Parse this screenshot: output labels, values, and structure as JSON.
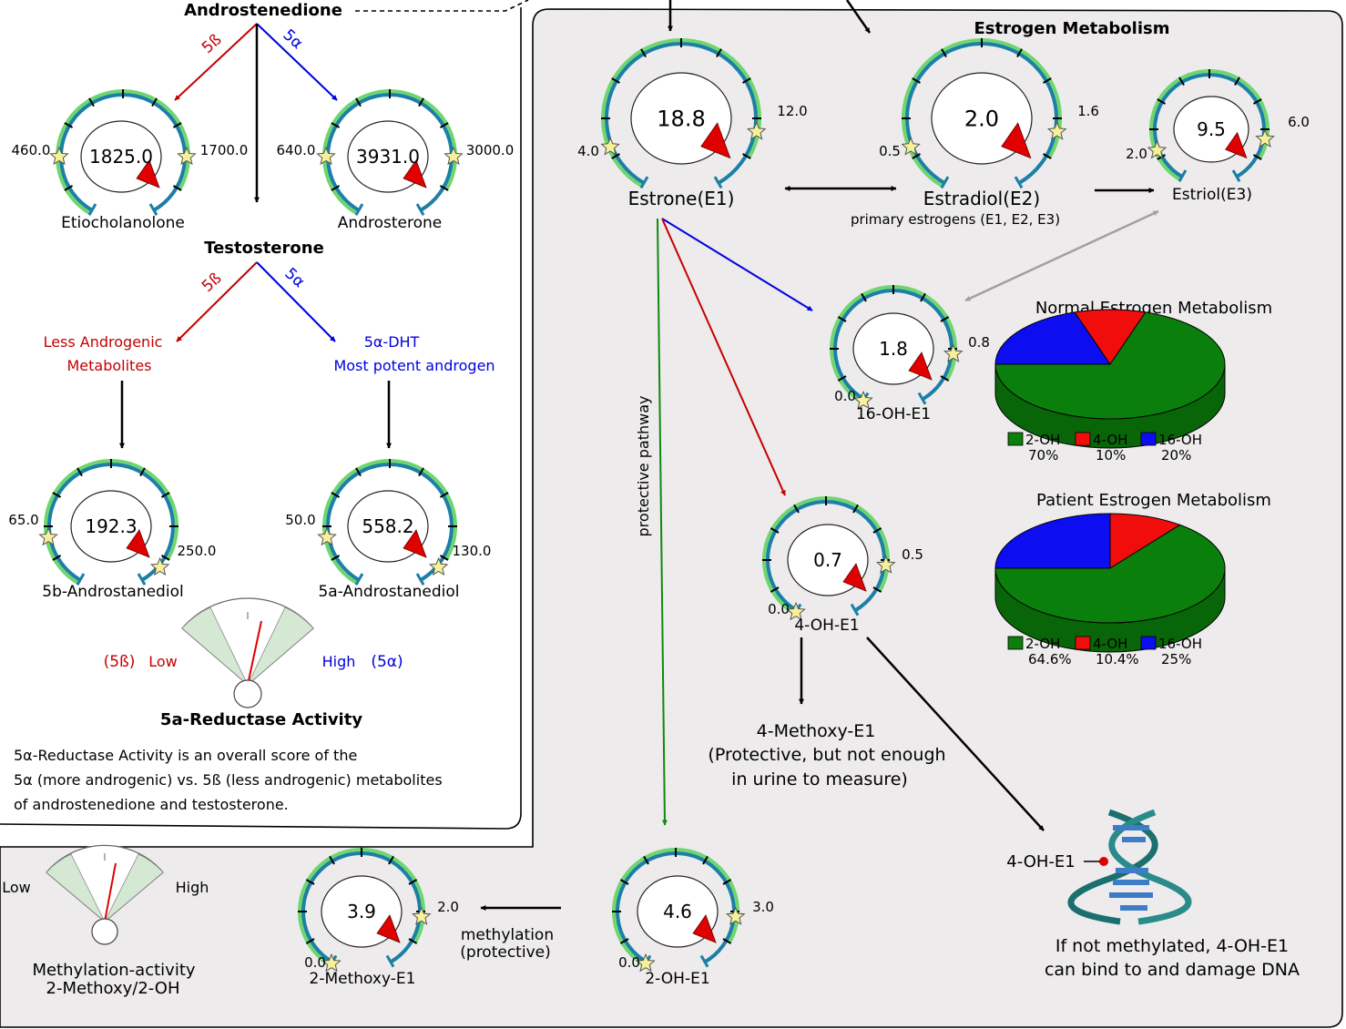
{
  "androgen": {
    "androstenedione": "Androstenedione",
    "testosterone": "Testosterone",
    "five_beta": "5ß",
    "five_alpha": "5α",
    "less_androgenic_1": "Less Androgenic",
    "less_androgenic_2": "Metabolites",
    "dht_1": "5α-DHT",
    "dht_2": "Most potent androgen",
    "reductase_title": "5a-Reductase Activity",
    "reductase_low": "Low",
    "reductase_high": "High",
    "reductase_beta": "(5ß)",
    "reductase_alpha": "(5α)",
    "desc_1": "5α-Reductase Activity is an overall score of the",
    "desc_2": "5α (more androgenic) vs. 5ß (less androgenic) metabolites",
    "desc_3": "of androstenedione and testosterone."
  },
  "estrogen": {
    "title": "Estrogen Metabolism",
    "primary": "primary estrogens (E1, E2, E3)",
    "protective_pathway": "protective pathway",
    "methoxy_1": "4-Methoxy-E1",
    "methoxy_2": "(Protective, but not enough",
    "methoxy_3": "in urine to measure)",
    "dna_label": "4-OH-E1",
    "dna_note_1": "If not methylated, 4-OH-E1",
    "dna_note_2": "can bind to and damage DNA",
    "methylation_1": "methylation",
    "methylation_2": "(protective)"
  },
  "methylation": {
    "low": "Low",
    "high": "High",
    "title_1": "Methylation-activity",
    "title_2": "2-Methoxy/2-OH"
  },
  "gauges": {
    "etio": {
      "value": "1825.0",
      "low": "460.0",
      "high": "1700.0",
      "name": "Etiocholanolone"
    },
    "andro": {
      "value": "3931.0",
      "low": "640.0",
      "high": "3000.0",
      "name": "Androsterone"
    },
    "b5": {
      "value": "192.3",
      "low": "65.0",
      "high": "250.0",
      "name": "5b-Androstanediol"
    },
    "a5": {
      "value": "558.2",
      "low": "50.0",
      "high": "130.0",
      "name": "5a-Androstanediol"
    },
    "e1": {
      "value": "18.8",
      "low": "4.0",
      "high": "12.0",
      "name": "Estrone(E1)"
    },
    "e2": {
      "value": "2.0",
      "low": "0.5",
      "high": "1.6",
      "name": "Estradiol(E2)"
    },
    "e3": {
      "value": "9.5",
      "low": "2.0",
      "high": "6.0",
      "name": "Estriol(E3)"
    },
    "oh16": {
      "value": "1.8",
      "low": "0.0",
      "high": "0.8",
      "name": "16-OH-E1"
    },
    "oh4": {
      "value": "0.7",
      "low": "0.0",
      "high": "0.5",
      "name": "4-OH-E1"
    },
    "oh2": {
      "value": "4.6",
      "low": "0.0",
      "high": "3.0",
      "name": "2-OH-E1"
    },
    "meo2": {
      "value": "3.9",
      "low": "0.0",
      "high": "2.0",
      "name": "2-Methoxy-E1"
    }
  },
  "chart_data": [
    {
      "type": "pie",
      "title": "Normal Estrogen Metabolism",
      "categories": [
        "2-OH",
        "4-OH",
        "16-OH"
      ],
      "values": [
        70,
        10,
        20
      ],
      "labels": [
        "70%",
        "10%",
        "20%"
      ],
      "colors": [
        "#0b7f0b",
        "#f20d0d",
        "#0d0df2"
      ],
      "legend": "bottom"
    },
    {
      "type": "pie",
      "title": "Patient Estrogen Metabolism",
      "categories": [
        "2-OH",
        "4-OH",
        "16-OH"
      ],
      "values": [
        64.6,
        10.4,
        25
      ],
      "labels": [
        "64.6%",
        "10.4%",
        "25%"
      ],
      "colors": [
        "#0b7f0b",
        "#f20d0d",
        "#0d0df2"
      ],
      "legend": "bottom"
    }
  ],
  "colors": {
    "five_beta": "#c40000",
    "five_alpha": "#0000e0",
    "green_path": "#118811",
    "gauge_blue": "#1b7fa6",
    "gauge_green": "#6fd66f",
    "gray_arrow": "#a0a0a0"
  }
}
